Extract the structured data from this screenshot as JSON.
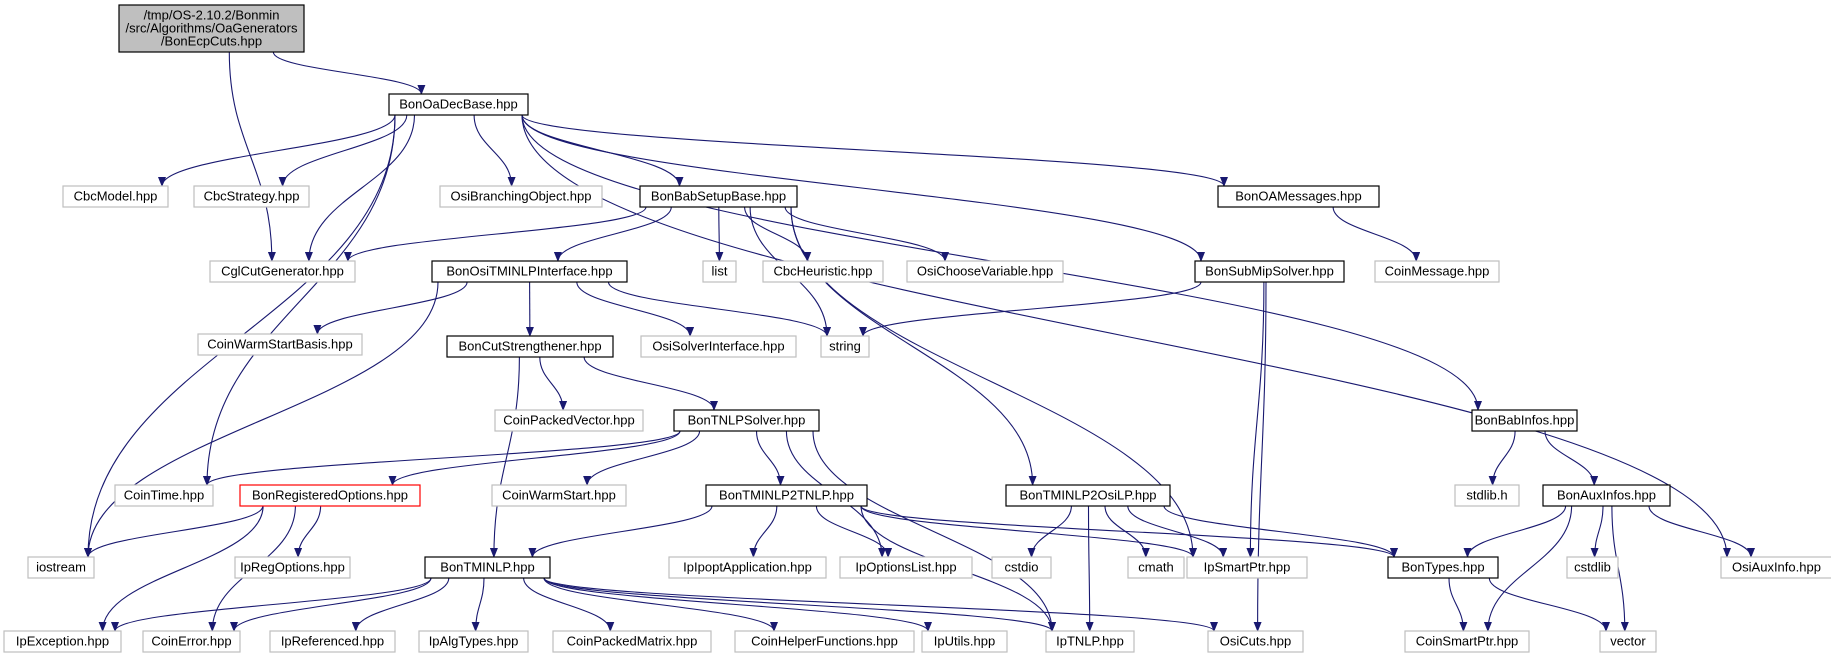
{
  "diagram": {
    "colors": {
      "root_fill": "#bfbfbf",
      "root_border": "#000000",
      "documented_border": "#000000",
      "undocumented_border": "#bfbfbf",
      "incomplete_border": "#ff0000",
      "edge": "#191970"
    },
    "nodes": [
      {
        "id": "root",
        "lines": [
          "/tmp/OS-2.10.2/Bonmin",
          "/src/Algorithms/OaGenerators",
          "/BonEcpCuts.hpp"
        ],
        "kind": "root"
      },
      {
        "id": "BonOaDecBase",
        "lines": [
          "BonOaDecBase.hpp"
        ],
        "kind": "documented"
      },
      {
        "id": "iostream",
        "lines": [
          "iostream"
        ],
        "kind": "undocumented"
      },
      {
        "id": "CbcModel",
        "lines": [
          "CbcModel.hpp"
        ],
        "kind": "undocumented"
      },
      {
        "id": "CbcStrategy",
        "lines": [
          "CbcStrategy.hpp"
        ],
        "kind": "undocumented"
      },
      {
        "id": "CglCutGenerator",
        "lines": [
          "CglCutGenerator.hpp"
        ],
        "kind": "undocumented"
      },
      {
        "id": "OsiBranchingObject",
        "lines": [
          "OsiBranchingObject.hpp"
        ],
        "kind": "undocumented"
      },
      {
        "id": "BonBabSetupBase",
        "lines": [
          "BonBabSetupBase.hpp"
        ],
        "kind": "documented"
      },
      {
        "id": "BonOAMessages",
        "lines": [
          "BonOAMessages.hpp"
        ],
        "kind": "documented"
      },
      {
        "id": "OsiAuxInfo",
        "lines": [
          "OsiAuxInfo.hpp"
        ],
        "kind": "undocumented"
      },
      {
        "id": "BonOsiTMINLPInterface",
        "lines": [
          "BonOsiTMINLPInterface.hpp"
        ],
        "kind": "documented"
      },
      {
        "id": "list",
        "lines": [
          "list"
        ],
        "kind": "undocumented"
      },
      {
        "id": "CbcHeuristic",
        "lines": [
          "CbcHeuristic.hpp"
        ],
        "kind": "undocumented"
      },
      {
        "id": "OsiChooseVariable",
        "lines": [
          "OsiChooseVariable.hpp"
        ],
        "kind": "undocumented"
      },
      {
        "id": "BonSubMipSolver",
        "lines": [
          "BonSubMipSolver.hpp"
        ],
        "kind": "documented"
      },
      {
        "id": "CoinMessage",
        "lines": [
          "CoinMessage.hpp"
        ],
        "kind": "undocumented"
      },
      {
        "id": "CoinWarmStartBasis",
        "lines": [
          "CoinWarmStartBasis.hpp"
        ],
        "kind": "undocumented"
      },
      {
        "id": "BonCutStrengthener",
        "lines": [
          "BonCutStrengthener.hpp"
        ],
        "kind": "documented"
      },
      {
        "id": "OsiSolverInterface",
        "lines": [
          "OsiSolverInterface.hpp"
        ],
        "kind": "undocumented"
      },
      {
        "id": "string",
        "lines": [
          "string"
        ],
        "kind": "undocumented"
      },
      {
        "id": "CoinPackedVector",
        "lines": [
          "CoinPackedVector.hpp"
        ],
        "kind": "undocumented"
      },
      {
        "id": "BonTNLPSolver",
        "lines": [
          "BonTNLPSolver.hpp"
        ],
        "kind": "documented"
      },
      {
        "id": "BonBabInfos",
        "lines": [
          "BonBabInfos.hpp"
        ],
        "kind": "documented"
      },
      {
        "id": "CoinTime",
        "lines": [
          "CoinTime.hpp"
        ],
        "kind": "undocumented"
      },
      {
        "id": "BonRegisteredOptions",
        "lines": [
          "BonRegisteredOptions.hpp"
        ],
        "kind": "incomplete"
      },
      {
        "id": "CoinWarmStart",
        "lines": [
          "CoinWarmStart.hpp"
        ],
        "kind": "undocumented"
      },
      {
        "id": "BonTMINLP2TNLP",
        "lines": [
          "BonTMINLP2TNLP.hpp"
        ],
        "kind": "documented"
      },
      {
        "id": "BonTMINLP2OsiLP",
        "lines": [
          "BonTMINLP2OsiLP.hpp"
        ],
        "kind": "documented"
      },
      {
        "id": "stdlib",
        "lines": [
          "stdlib.h"
        ],
        "kind": "undocumented"
      },
      {
        "id": "BonAuxInfos",
        "lines": [
          "BonAuxInfos.hpp"
        ],
        "kind": "documented"
      },
      {
        "id": "IpRegOptions",
        "lines": [
          "IpRegOptions.hpp"
        ],
        "kind": "undocumented"
      },
      {
        "id": "BonTMINLP",
        "lines": [
          "BonTMINLP.hpp"
        ],
        "kind": "documented"
      },
      {
        "id": "IpIpoptApplication",
        "lines": [
          "IpIpoptApplication.hpp"
        ],
        "kind": "undocumented"
      },
      {
        "id": "IpOptionsList",
        "lines": [
          "IpOptionsList.hpp"
        ],
        "kind": "undocumented"
      },
      {
        "id": "cstdio",
        "lines": [
          "cstdio"
        ],
        "kind": "undocumented"
      },
      {
        "id": "cmath",
        "lines": [
          "cmath"
        ],
        "kind": "undocumented"
      },
      {
        "id": "IpSmartPtr",
        "lines": [
          "IpSmartPtr.hpp"
        ],
        "kind": "undocumented"
      },
      {
        "id": "BonTypes",
        "lines": [
          "BonTypes.hpp"
        ],
        "kind": "documented"
      },
      {
        "id": "cstdlib",
        "lines": [
          "cstdlib"
        ],
        "kind": "undocumented"
      },
      {
        "id": "IpException",
        "lines": [
          "IpException.hpp"
        ],
        "kind": "undocumented"
      },
      {
        "id": "CoinError",
        "lines": [
          "CoinError.hpp"
        ],
        "kind": "undocumented"
      },
      {
        "id": "IpReferenced",
        "lines": [
          "IpReferenced.hpp"
        ],
        "kind": "undocumented"
      },
      {
        "id": "IpAlgTypes",
        "lines": [
          "IpAlgTypes.hpp"
        ],
        "kind": "undocumented"
      },
      {
        "id": "CoinPackedMatrix",
        "lines": [
          "CoinPackedMatrix.hpp"
        ],
        "kind": "undocumented"
      },
      {
        "id": "CoinHelperFunctions",
        "lines": [
          "CoinHelperFunctions.hpp"
        ],
        "kind": "undocumented"
      },
      {
        "id": "IpUtils",
        "lines": [
          "IpUtils.hpp"
        ],
        "kind": "undocumented"
      },
      {
        "id": "IpTNLP",
        "lines": [
          "IpTNLP.hpp"
        ],
        "kind": "undocumented"
      },
      {
        "id": "OsiCuts",
        "lines": [
          "OsiCuts.hpp"
        ],
        "kind": "undocumented"
      },
      {
        "id": "CoinSmartPtr",
        "lines": [
          "CoinSmartPtr.hpp"
        ],
        "kind": "undocumented"
      },
      {
        "id": "vector",
        "lines": [
          "vector"
        ],
        "kind": "undocumented"
      }
    ],
    "edges": [
      [
        "root",
        "BonOaDecBase"
      ],
      [
        "root",
        "CglCutGenerator"
      ],
      [
        "BonOaDecBase",
        "iostream"
      ],
      [
        "BonOaDecBase",
        "CbcModel"
      ],
      [
        "BonOaDecBase",
        "CbcStrategy"
      ],
      [
        "BonOaDecBase",
        "CglCutGenerator"
      ],
      [
        "BonOaDecBase",
        "OsiBranchingObject"
      ],
      [
        "BonOaDecBase",
        "BonBabSetupBase"
      ],
      [
        "BonOaDecBase",
        "BonOAMessages"
      ],
      [
        "BonOaDecBase",
        "OsiAuxInfo"
      ],
      [
        "BonOaDecBase",
        "CoinTime"
      ],
      [
        "BonOaDecBase",
        "BonSubMipSolver"
      ],
      [
        "BonOaDecBase",
        "BonBabInfos"
      ],
      [
        "BonBabSetupBase",
        "CglCutGenerator"
      ],
      [
        "BonBabSetupBase",
        "BonOsiTMINLPInterface"
      ],
      [
        "BonBabSetupBase",
        "list"
      ],
      [
        "BonBabSetupBase",
        "CbcHeuristic"
      ],
      [
        "BonBabSetupBase",
        "OsiChooseVariable"
      ],
      [
        "BonBabSetupBase",
        "string"
      ],
      [
        "BonBabSetupBase",
        "IpSmartPtr"
      ],
      [
        "BonBabSetupBase",
        "BonTMINLP2OsiLP"
      ],
      [
        "BonOAMessages",
        "CoinMessage"
      ],
      [
        "BonOsiTMINLPInterface",
        "CoinWarmStartBasis"
      ],
      [
        "BonOsiTMINLPInterface",
        "BonCutStrengthener"
      ],
      [
        "BonOsiTMINLPInterface",
        "OsiSolverInterface"
      ],
      [
        "BonOsiTMINLPInterface",
        "string"
      ],
      [
        "BonOsiTMINLPInterface",
        "iostream"
      ],
      [
        "BonSubMipSolver",
        "string"
      ],
      [
        "BonSubMipSolver",
        "IpSmartPtr"
      ],
      [
        "BonSubMipSolver",
        "OsiCuts"
      ],
      [
        "BonCutStrengthener",
        "CoinPackedVector"
      ],
      [
        "BonCutStrengthener",
        "BonTNLPSolver"
      ],
      [
        "BonCutStrengthener",
        "BonTMINLP"
      ],
      [
        "BonTNLPSolver",
        "CoinTime"
      ],
      [
        "BonTNLPSolver",
        "BonRegisteredOptions"
      ],
      [
        "BonTNLPSolver",
        "CoinWarmStart"
      ],
      [
        "BonTNLPSolver",
        "BonTMINLP2TNLP"
      ],
      [
        "BonTNLPSolver",
        "IpOptionsList"
      ],
      [
        "BonTNLPSolver",
        "IpTNLP"
      ],
      [
        "BonRegisteredOptions",
        "iostream"
      ],
      [
        "BonRegisteredOptions",
        "IpRegOptions"
      ],
      [
        "BonRegisteredOptions",
        "IpException"
      ],
      [
        "BonRegisteredOptions",
        "CoinError"
      ],
      [
        "BonTMINLP2TNLP",
        "BonTMINLP"
      ],
      [
        "BonTMINLP2TNLP",
        "IpIpoptApplication"
      ],
      [
        "BonTMINLP2TNLP",
        "IpOptionsList"
      ],
      [
        "BonTMINLP2TNLP",
        "IpSmartPtr"
      ],
      [
        "BonTMINLP2TNLP",
        "BonTypes"
      ],
      [
        "BonTMINLP2TNLP",
        "IpTNLP"
      ],
      [
        "BonTMINLP2OsiLP",
        "cstdio"
      ],
      [
        "BonTMINLP2OsiLP",
        "cmath"
      ],
      [
        "BonTMINLP2OsiLP",
        "IpSmartPtr"
      ],
      [
        "BonTMINLP2OsiLP",
        "BonTypes"
      ],
      [
        "BonTMINLP2OsiLP",
        "IpTNLP"
      ],
      [
        "BonBabInfos",
        "stdlib"
      ],
      [
        "BonBabInfos",
        "BonAuxInfos"
      ],
      [
        "BonAuxInfos",
        "BonTypes"
      ],
      [
        "BonAuxInfos",
        "cstdlib"
      ],
      [
        "BonAuxInfos",
        "OsiAuxInfo"
      ],
      [
        "BonAuxInfos",
        "CoinSmartPtr"
      ],
      [
        "BonAuxInfos",
        "vector"
      ],
      [
        "BonTMINLP",
        "IpException"
      ],
      [
        "BonTMINLP",
        "CoinError"
      ],
      [
        "BonTMINLP",
        "IpReferenced"
      ],
      [
        "BonTMINLP",
        "IpAlgTypes"
      ],
      [
        "BonTMINLP",
        "CoinPackedMatrix"
      ],
      [
        "BonTMINLP",
        "CoinHelperFunctions"
      ],
      [
        "BonTMINLP",
        "IpUtils"
      ],
      [
        "BonTMINLP",
        "IpTNLP"
      ],
      [
        "BonTMINLP",
        "OsiCuts"
      ],
      [
        "BonTypes",
        "CoinSmartPtr"
      ],
      [
        "BonTypes",
        "vector"
      ]
    ]
  }
}
